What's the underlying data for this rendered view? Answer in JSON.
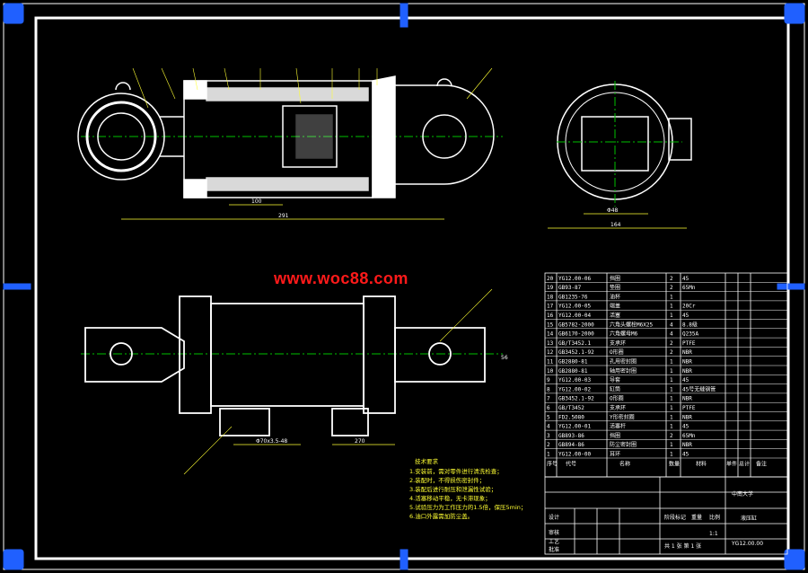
{
  "watermark": "www.woc88.com",
  "colors": {
    "background": "#000000",
    "frame": "#ffffff",
    "corner": "#2060ff",
    "centerline": "#00c000",
    "dim": "#ffff33",
    "section": "#ffffff",
    "watermark": "#ff1a1a"
  },
  "views": {
    "main_section": "section-view",
    "side_view": "end-view",
    "bottom_view": "plan-view"
  },
  "dimensions": {
    "overall_length": "291",
    "sub_length": "100",
    "end_width": "164",
    "bore": "Φ48",
    "side_length": "270",
    "bottom_sub": "Φ70x3.5-48",
    "bottom_dia": "56"
  },
  "notes": {
    "title": "技术要求",
    "lines": [
      "1.安装前，需对零件进行清洗检查；",
      "2.装配时，不得损伤密封件；",
      "3.装配后进行耐压和泄漏性试验；",
      "4.活塞移动平稳，无卡滞现象；",
      "5.试验压力为工作压力的1.5倍，保压5min；",
      "6.油口外露需加防尘盖。"
    ]
  },
  "bom": [
    {
      "no": "20",
      "code": "YG12.00-06",
      "name": "挡圈",
      "qty": "2",
      "mat": "45"
    },
    {
      "no": "19",
      "code": "GB93-87",
      "name": "垫圈",
      "qty": "2",
      "mat": "65Mn"
    },
    {
      "no": "18",
      "code": "GB1235-76",
      "name": "油杯",
      "qty": "1",
      "mat": ""
    },
    {
      "no": "17",
      "code": "YG12.00-05",
      "name": "端盖",
      "qty": "1",
      "mat": "20Cr"
    },
    {
      "no": "16",
      "code": "YG12.00-04",
      "name": "活塞",
      "qty": "1",
      "mat": "45"
    },
    {
      "no": "15",
      "code": "GB5782-2000",
      "name": "六角头螺栓M6X25",
      "qty": "4",
      "mat": "8.8级"
    },
    {
      "no": "14",
      "code": "GB6170-2000",
      "name": "六角螺母M6",
      "qty": "4",
      "mat": "Q235A"
    },
    {
      "no": "13",
      "code": "GB/T3452.1",
      "name": "支承环",
      "qty": "2",
      "mat": "PTFE"
    },
    {
      "no": "12",
      "code": "GB3452.1-92",
      "name": "O形圈",
      "qty": "2",
      "mat": "NBR"
    },
    {
      "no": "11",
      "code": "GB2880-81",
      "name": "孔用密封圈",
      "qty": "1",
      "mat": "NBR"
    },
    {
      "no": "10",
      "code": "GB2880-81",
      "name": "轴用密封圈",
      "qty": "1",
      "mat": "NBR"
    },
    {
      "no": "9",
      "code": "YG12.00-03",
      "name": "导套",
      "qty": "1",
      "mat": "45"
    },
    {
      "no": "8",
      "code": "YG12.00-02",
      "name": "缸筒",
      "qty": "1",
      "mat": "45号无缝钢管"
    },
    {
      "no": "7",
      "code": "GB3452.1-92",
      "name": "O形圈",
      "qty": "1",
      "mat": "NBR"
    },
    {
      "no": "6",
      "code": "GB/T3452",
      "name": "支承环",
      "qty": "1",
      "mat": "PTFE"
    },
    {
      "no": "5",
      "code": "FD2.5080",
      "name": "Y形密封圈",
      "qty": "1",
      "mat": "NBR"
    },
    {
      "no": "4",
      "code": "YG12.00-01",
      "name": "活塞杆",
      "qty": "1",
      "mat": "45"
    },
    {
      "no": "3",
      "code": "GB893-86",
      "name": "挡圈",
      "qty": "2",
      "mat": "65Mn"
    },
    {
      "no": "2",
      "code": "GB894-86",
      "name": "防尘密封圈",
      "qty": "1",
      "mat": "NBR"
    },
    {
      "no": "1",
      "code": "YG12.00-00",
      "name": "耳环",
      "qty": "1",
      "mat": "45"
    }
  ],
  "bom_header": {
    "no": "序号",
    "code": "代号",
    "name": "名称",
    "qty": "数量",
    "mat": "材料",
    "unit_weight": "单件",
    "total_weight": "总计",
    "mass": "重量",
    "remark": "备注"
  },
  "title_block": {
    "university": "中南大学",
    "drawing_name": "液压缸",
    "drawing_number": "YG12.00.00",
    "scale": "1:1",
    "sheet": "共 1 张 第 1 张",
    "design": "设计",
    "check": "审核",
    "process": "工艺",
    "approve": "批准",
    "stage": "阶段标记",
    "weight": "重量",
    "ratio": "比例"
  }
}
